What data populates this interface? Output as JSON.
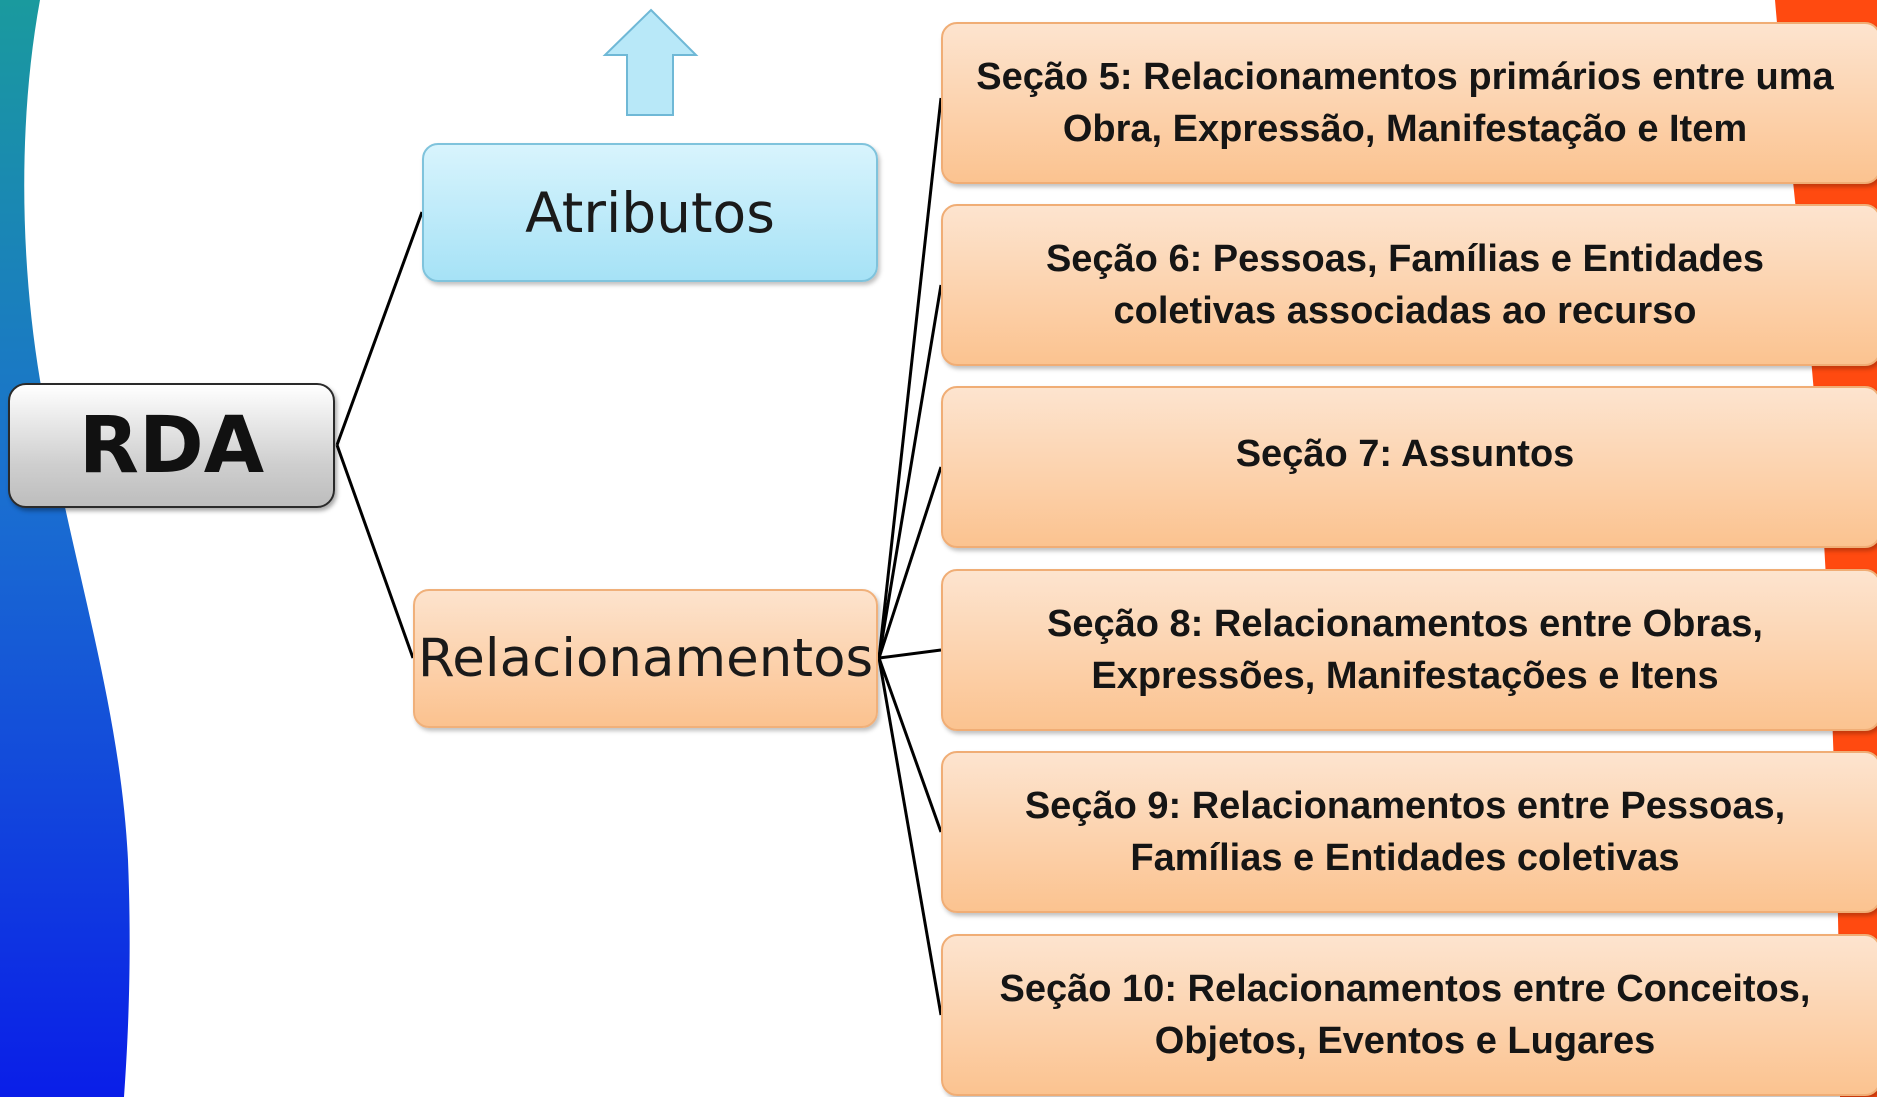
{
  "colors": {
    "root_fill": "#d0d0d0",
    "attributes_fill": "#b8e8f8",
    "relationships_fill": "#fbc28f",
    "section_fill": "#fbc390",
    "arrow_fill": "#b8e8f8",
    "left_band_top": "#1a9a9e",
    "left_band_bottom": "#0a1ee8",
    "right_band": "#ff4a10"
  },
  "diagram": {
    "root": {
      "label": "RDA"
    },
    "attributes": {
      "label": "Atributos",
      "arrow": "up-arrow-icon"
    },
    "relationships": {
      "label": "Relacionamentos"
    },
    "sections": [
      {
        "label": "Seção 5: Relacionamentos primários entre uma Obra, Expressão, Manifestação e Item"
      },
      {
        "label": "Seção 6: Pessoas, Famílias e Entidades coletivas associadas ao recurso"
      },
      {
        "label": "Seção 7: Assuntos"
      },
      {
        "label": "Seção 8: Relacionamentos entre Obras, Expressões, Manifestações e Itens"
      },
      {
        "label": "Seção 9: Relacionamentos  entre Pessoas, Famílias e Entidades coletivas"
      },
      {
        "label": "Seção 10: Relacionamentos entre Conceitos, Objetos, Eventos e Lugares"
      }
    ]
  }
}
